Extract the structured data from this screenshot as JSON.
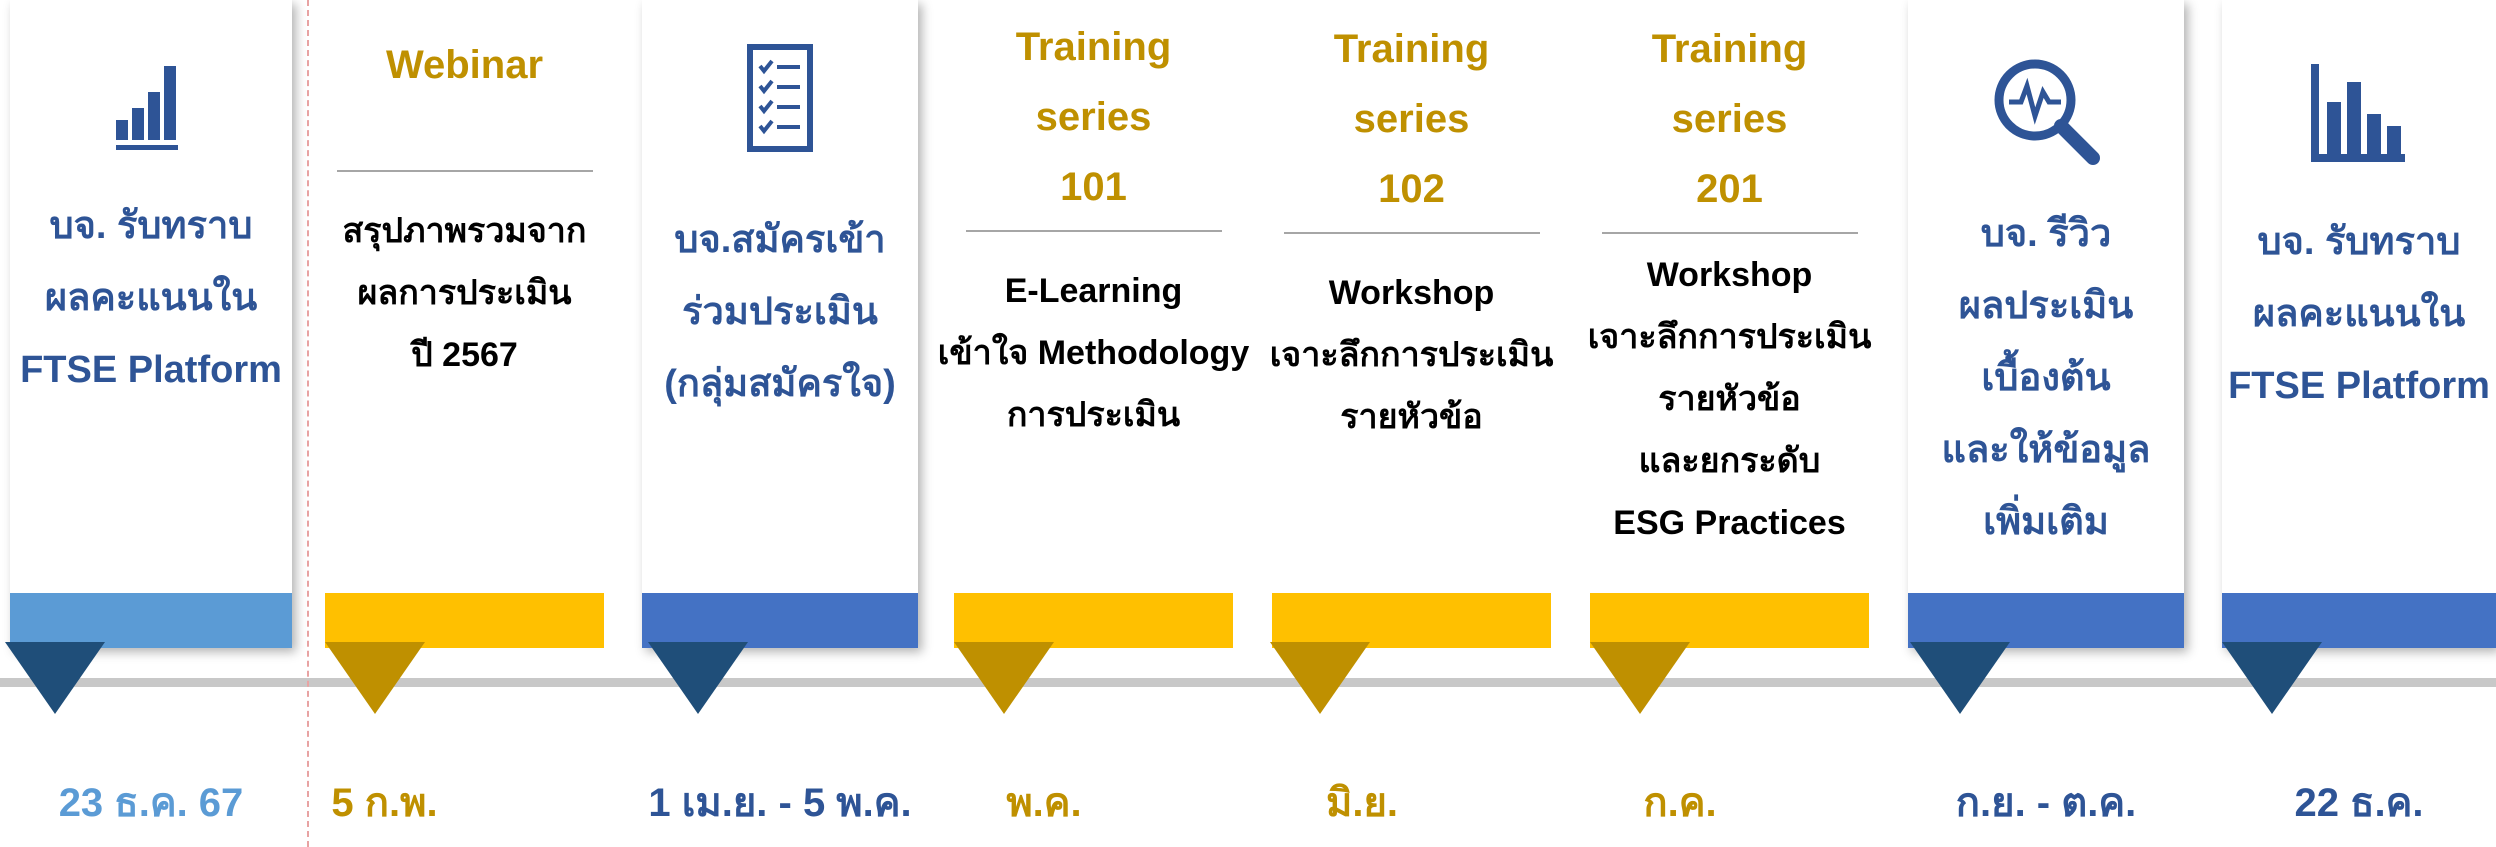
{
  "steps": [
    {
      "kind": "icon",
      "icon": "bar-chart-icon",
      "accent": "#5b9bd5",
      "lines": [
        "บจ. รับทราบ",
        "ผลคะแนนใน",
        "FTSE Platform"
      ],
      "date": "23 ธ.ค. 67"
    },
    {
      "kind": "titled",
      "accent": "#ffc000",
      "title": [
        "Webinar"
      ],
      "body": [
        "สรุปภาพรวมจาก",
        "ผลการประเมิน",
        "ปี 2567"
      ],
      "date": "5 ก.พ."
    },
    {
      "kind": "icon",
      "icon": "checklist-icon",
      "accent": "#4472c4",
      "lines": [
        "บจ.สมัครเข้า",
        "ร่วมประเมิน",
        "(กลุ่มสมัครใจ)"
      ],
      "date": "1 เม.ย. - 5 พ.ค."
    },
    {
      "kind": "titled",
      "accent": "#ffc000",
      "title": [
        "Training",
        "series",
        "101"
      ],
      "body": [
        "E-Learning",
        "เข้าใจ Methodology",
        "การประเมิน"
      ],
      "date": "พ.ค."
    },
    {
      "kind": "titled",
      "accent": "#ffc000",
      "title": [
        "Training",
        "series",
        "102"
      ],
      "body": [
        "Workshop",
        "เจาะลึกการประเมิน",
        "รายหัวข้อ"
      ],
      "date": "มิ.ย."
    },
    {
      "kind": "titled",
      "accent": "#ffc000",
      "title": [
        "Training",
        "series",
        "201"
      ],
      "body": [
        "Workshop",
        "เจาะลึกการประเมิน",
        "รายหัวข้อ",
        "และยกระดับ",
        "ESG Practices"
      ],
      "date": "ก.ค."
    },
    {
      "kind": "icon",
      "icon": "magnifier-pulse-icon",
      "accent": "#4472c4",
      "lines": [
        "บจ. รีวิว",
        "ผลประเมิน",
        "เบื้องต้น",
        "และให้ข้อมูล",
        "เพิ่มเติม"
      ],
      "date": "ก.ย. - ต.ค."
    },
    {
      "kind": "icon",
      "icon": "bar-chart-2-icon",
      "accent": "#4472c4",
      "lines": [
        "บจ. รับทราบ",
        "ผลคะแนนใน",
        "FTSE Platform"
      ],
      "date": "22 ธ.ค."
    }
  ]
}
